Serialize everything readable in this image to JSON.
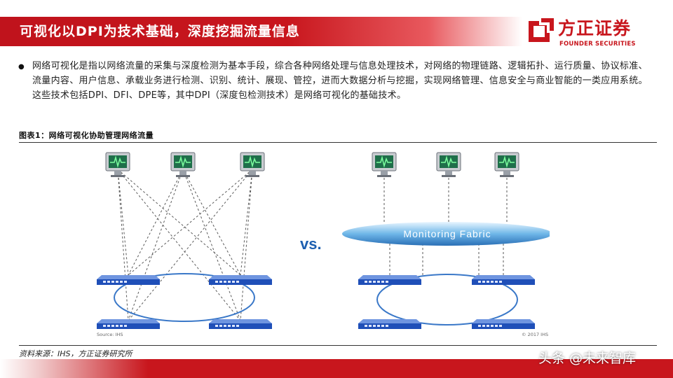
{
  "header": {
    "title": "可视化以DPI为技术基础，深度挖掘流量信息"
  },
  "logo": {
    "name_cn": "方正证券",
    "name_en": "FOUNDER SECURITIES"
  },
  "body_text": "网络可视化是指以网络流量的采集与深度检测为基本手段，综合各种网络处理与信息处理技术，对网络的物理链路、逻辑拓扑、运行质量、协议标准、流量内容、用户信息、承载业务进行检测、识别、统计、展现、管控，进而大数据分析与挖掘，实现网络管理、信息安全与商业智能的一类应用系统。这些技术包括DPI、DFI、DPE等，其中DPI（深度包检测技术）是网络可视化的基础技术。",
  "figure": {
    "label": "图表1：网络可视化协助管理网络流量",
    "vs_text": "vs.",
    "fabric_label": "Monitoring Fabric",
    "source_left": "Source: IHS",
    "source_right": "© 2017 IHS"
  },
  "source_note": "资料来源：IHS，方正证券研究所",
  "watermark": "头条 @未来智库",
  "colors": {
    "brand_red": "#c8161d",
    "switch_blue": "#1f4fb8",
    "monitor_green": "#2e8b57"
  }
}
